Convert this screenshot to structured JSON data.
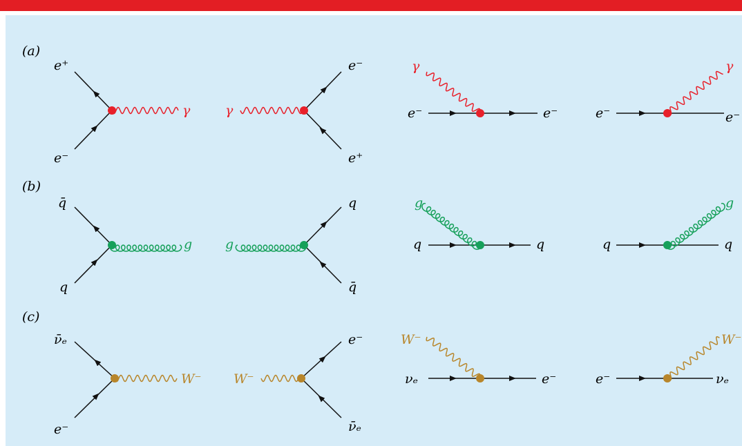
{
  "colors": {
    "top_bar": "#e31e24",
    "panel_background": "#d6ecf8",
    "fermion_line": "#111111",
    "photon": "#e8202a",
    "gluon": "#16a05a",
    "w_boson": "#b8862b"
  },
  "rows": [
    {
      "label": "(a)",
      "boson": "γ",
      "color": "photon",
      "style": "wavy",
      "vertices": [
        {
          "type": "annihilation",
          "upper": "e⁺",
          "lower": "e⁻"
        },
        {
          "type": "pair-creation",
          "upper": "e⁻",
          "lower": "e⁺"
        },
        {
          "type": "absorption",
          "in": "e⁻",
          "out": "e⁻"
        },
        {
          "type": "emission",
          "in": "e⁻",
          "out": "e⁻"
        }
      ]
    },
    {
      "label": "(b)",
      "boson": "g",
      "color": "gluon",
      "style": "curly",
      "vertices": [
        {
          "type": "annihilation",
          "upper": "q̄",
          "lower": "q"
        },
        {
          "type": "pair-creation",
          "upper": "q",
          "lower": "q̄"
        },
        {
          "type": "absorption",
          "in": "q",
          "out": "q"
        },
        {
          "type": "emission",
          "in": "q",
          "out": "q"
        }
      ]
    },
    {
      "label": "(c)",
      "boson": "W⁻",
      "color": "w_boson",
      "style": "wavy",
      "vertices": [
        {
          "type": "annihilation",
          "upper": "ν̄ₑ",
          "lower": "e⁻"
        },
        {
          "type": "pair-creation",
          "upper": "e⁻",
          "lower": "ν̄ₑ"
        },
        {
          "type": "absorption",
          "in": "νₑ",
          "out": "e⁻"
        },
        {
          "type": "emission",
          "in": "e⁻",
          "out": "νₑ"
        }
      ]
    }
  ]
}
